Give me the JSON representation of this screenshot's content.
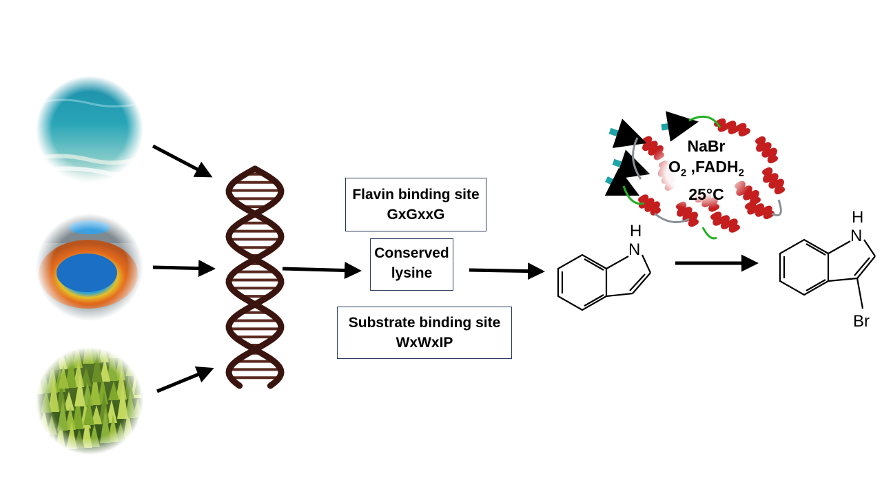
{
  "motifs": {
    "flavin": {
      "line1": "Flavin binding site",
      "line2": "GxGxxG"
    },
    "lysine": {
      "line1": "Conserved",
      "line2": "lysine"
    },
    "substrate": {
      "line1": "Substrate binding site",
      "line2": "WxWxIP"
    }
  },
  "conditions": {
    "reagent": "NaBr",
    "o2_base": "O",
    "o2_sub": "2",
    "separator": " ,",
    "fadh_base": "FADH",
    "fadh_sub": "2",
    "temperature": "25°C"
  },
  "molecules": {
    "indole": {
      "nh_n": "N",
      "nh_h": "H"
    },
    "bromoindole": {
      "nh_n": "N",
      "nh_h": "H",
      "substituent": "Br"
    }
  },
  "environments": [
    "ocean-scene",
    "hot-spring-scene",
    "forest-scene"
  ],
  "colors": {
    "arrow": "#000000",
    "box_border": "#2a3a5c",
    "helix": "#c41e1e",
    "sheet": "#1fa3a8",
    "loop": "#8a8f96",
    "turn": "#22b022",
    "dna": "#3a140e"
  }
}
